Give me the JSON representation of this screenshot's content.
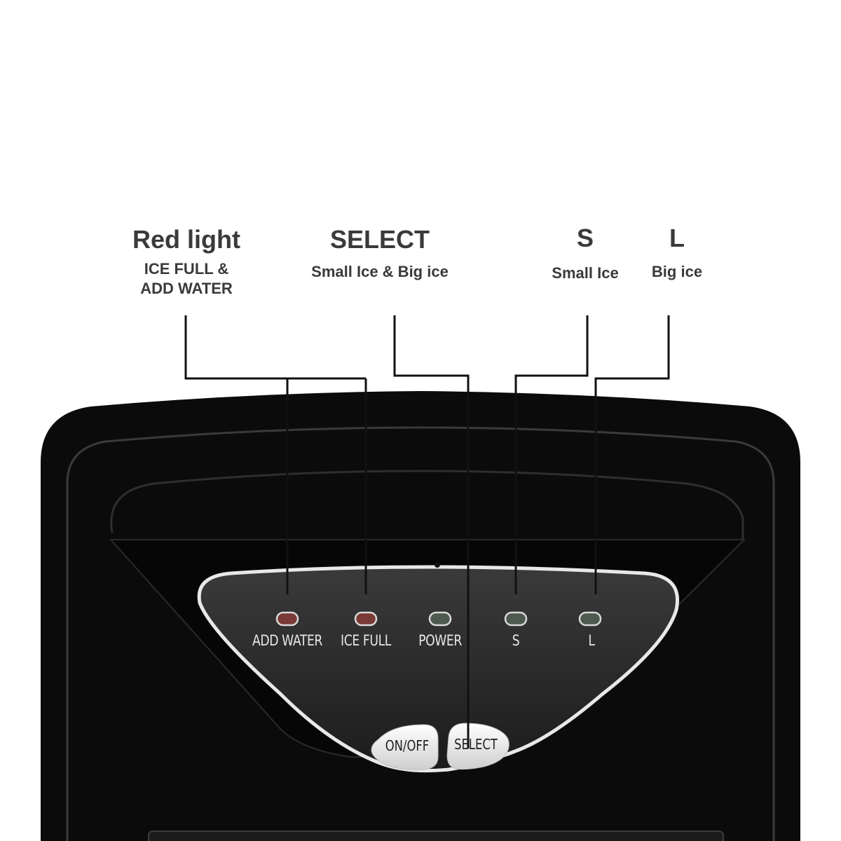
{
  "callouts": {
    "red_light": {
      "title": "Red light",
      "subtitle": "ICE FULL &\nADD WATER"
    },
    "select": {
      "title": "SELECT",
      "subtitle": "Small Ice & Big ice"
    },
    "s": {
      "title": "S",
      "subtitle": "Small Ice"
    },
    "l": {
      "title": "L",
      "subtitle": "Big ice"
    }
  },
  "panel": {
    "indicators": [
      {
        "label": "ADD WATER",
        "color": "#7a3a36"
      },
      {
        "label": "ICE FULL",
        "color": "#7a3a36"
      },
      {
        "label": "POWER",
        "color": "#4e5a4e"
      },
      {
        "label": "S",
        "color": "#4e5a4e"
      },
      {
        "label": "L",
        "color": "#4e5a4e"
      }
    ],
    "buttons": {
      "on_off": "ON/OFF",
      "select": "SELECT"
    }
  },
  "colors": {
    "body": "#0b0b0b",
    "panel": "#2b2b2b",
    "panel_border": "#e8e8e8",
    "leader_line": "#111111"
  }
}
